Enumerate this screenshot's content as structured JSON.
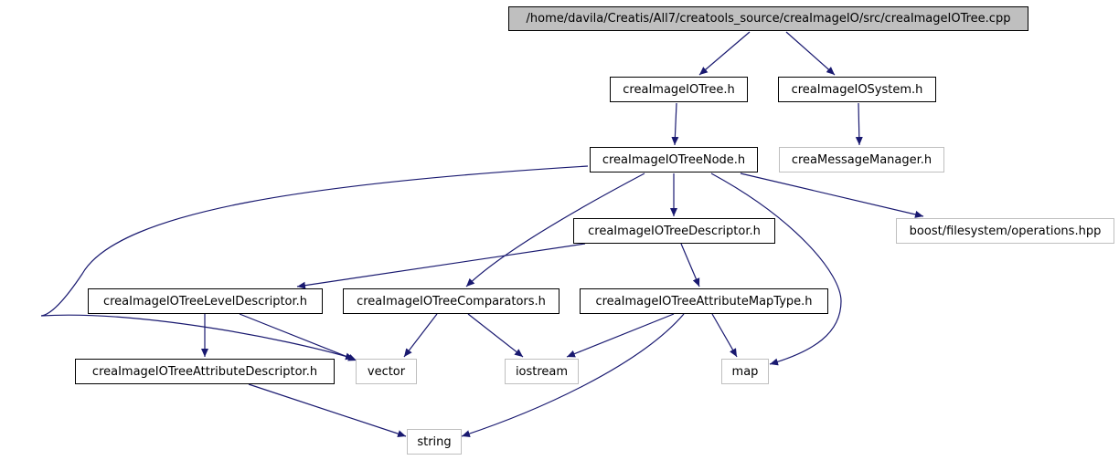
{
  "colors": {
    "edge": "#191970",
    "root_fill": "#bfbfbf",
    "doc_border": "#000000",
    "ext_border": "#bfbfbf"
  },
  "nodes": {
    "root": "/home/davila/Creatis/All7/creatools_source/creaImageIO/src/creaImageIOTree.cpp",
    "tree_h": "creaImageIOTree.h",
    "system_h": "creaImageIOSystem.h",
    "treenode_h": "creaImageIOTreeNode.h",
    "messagemanager_h": "creaMessageManager.h",
    "treedescriptor_h": "creaImageIOTreeDescriptor.h",
    "boost_operations": "boost/filesystem/operations.hpp",
    "leveldescriptor_h": "creaImageIOTreeLevelDescriptor.h",
    "comparators_h": "creaImageIOTreeComparators.h",
    "attributemaptype_h": "creaImageIOTreeAttributeMapType.h",
    "attributedescriptor_h": "creaImageIOTreeAttributeDescriptor.h",
    "vector": "vector",
    "iostream": "iostream",
    "map": "map",
    "string": "string"
  },
  "edges": [
    [
      "root",
      "tree_h"
    ],
    [
      "root",
      "system_h"
    ],
    [
      "tree_h",
      "treenode_h"
    ],
    [
      "system_h",
      "messagemanager_h"
    ],
    [
      "treenode_h",
      "treedescriptor_h"
    ],
    [
      "treenode_h",
      "boost_operations"
    ],
    [
      "treenode_h",
      "comparators_h"
    ],
    [
      "treenode_h",
      "map"
    ],
    [
      "treenode_h",
      "vector"
    ],
    [
      "treedescriptor_h",
      "leveldescriptor_h"
    ],
    [
      "treedescriptor_h",
      "attributemaptype_h"
    ],
    [
      "leveldescriptor_h",
      "attributedescriptor_h"
    ],
    [
      "leveldescriptor_h",
      "vector"
    ],
    [
      "comparators_h",
      "vector"
    ],
    [
      "comparators_h",
      "iostream"
    ],
    [
      "attributemaptype_h",
      "iostream"
    ],
    [
      "attributemaptype_h",
      "map"
    ],
    [
      "attributemaptype_h",
      "string"
    ],
    [
      "attributedescriptor_h",
      "string"
    ]
  ]
}
